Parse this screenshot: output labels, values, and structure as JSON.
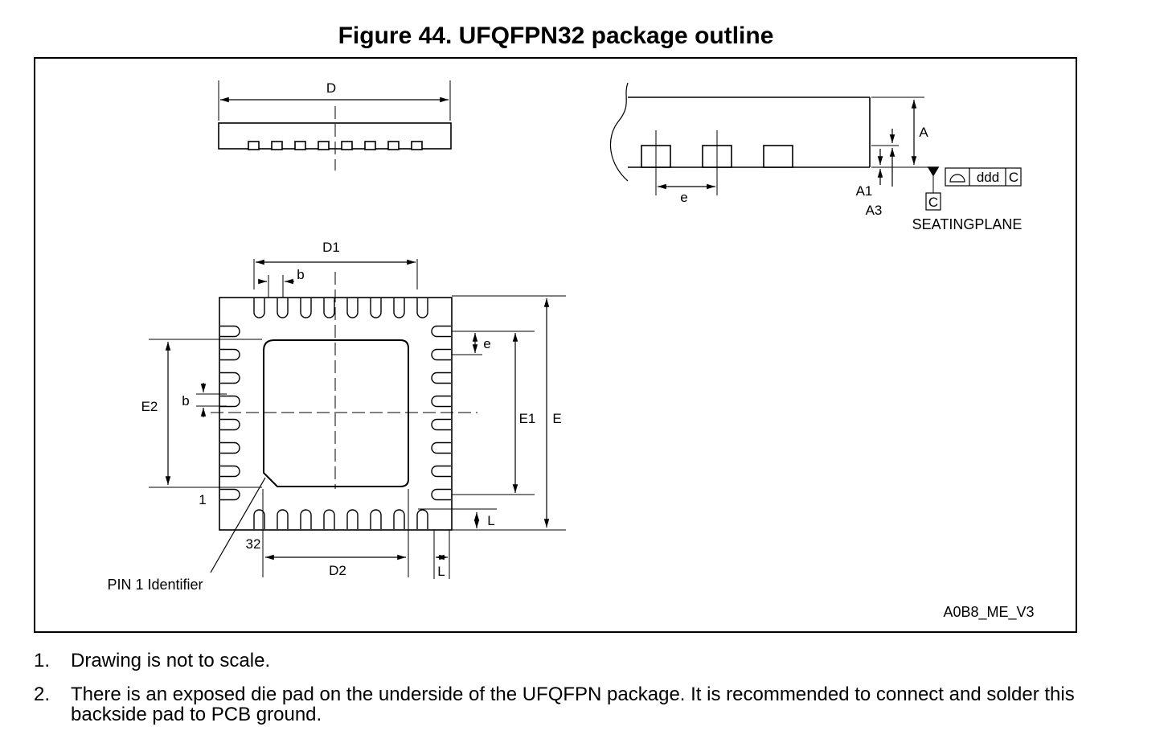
{
  "title": "Figure 44. UFQFPN32 package outline",
  "labels": {
    "D": "D",
    "D1": "D1",
    "D2": "D2",
    "E": "E",
    "E1": "E1",
    "E2": "E2",
    "b_top": "b",
    "b_left": "b",
    "e_right": "e",
    "e_side": "e",
    "L_right": "L",
    "L_bottom": "L",
    "A": "A",
    "A1": "A1",
    "A3": "A3",
    "ddd": "ddd",
    "C_box": "C",
    "C_datum": "C",
    "seating_plane": "SEATINGPLANE",
    "pin1": "1",
    "pin32": "32",
    "pin1_identifier": "PIN 1 Identifier",
    "drawing_code": "A0B8_ME_V3"
  },
  "notes": [
    {
      "num": "1.",
      "text": "Drawing is not to scale."
    },
    {
      "num": "2.",
      "text": "There is an exposed die pad on the underside of the UFQFPN package. It is recommended to connect and solder this backside pad to PCB ground."
    }
  ]
}
